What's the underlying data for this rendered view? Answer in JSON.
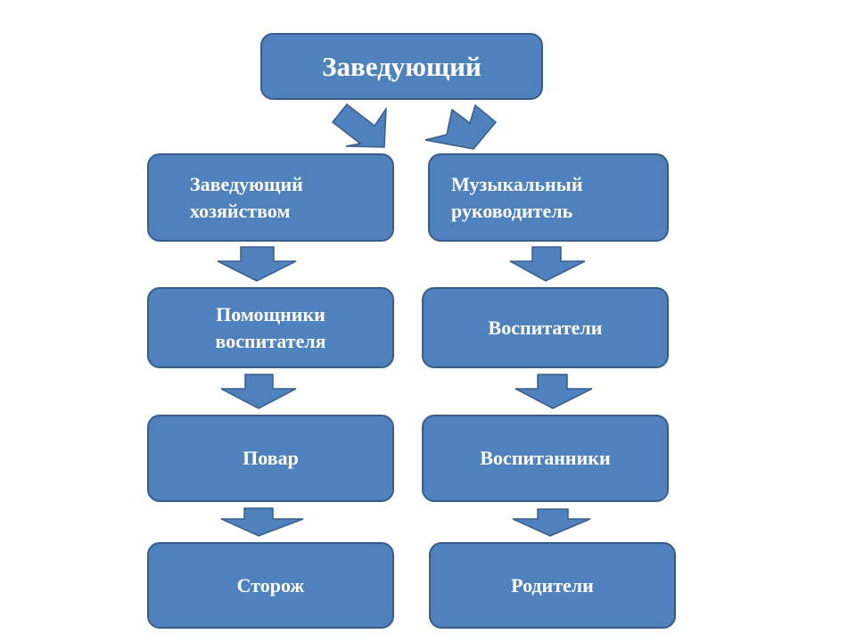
{
  "diagram": {
    "root": {
      "label": "Заведующий"
    },
    "left_column": [
      {
        "label": "Заведующий\n  хозяйством"
      },
      {
        "label": "Помощники\nвоспитателя"
      },
      {
        "label": "Повар"
      },
      {
        "label": "Сторож"
      }
    ],
    "right_column": [
      {
        "label": "Музыкальный\nруководитель"
      },
      {
        "label": "Воспитатели"
      },
      {
        "label": "Воспитанники"
      },
      {
        "label": "Родители"
      }
    ]
  },
  "colors": {
    "box_fill": "#4f81bd",
    "box_border": "#385d8a",
    "text": "#ffffff",
    "background": "#ffffff"
  }
}
